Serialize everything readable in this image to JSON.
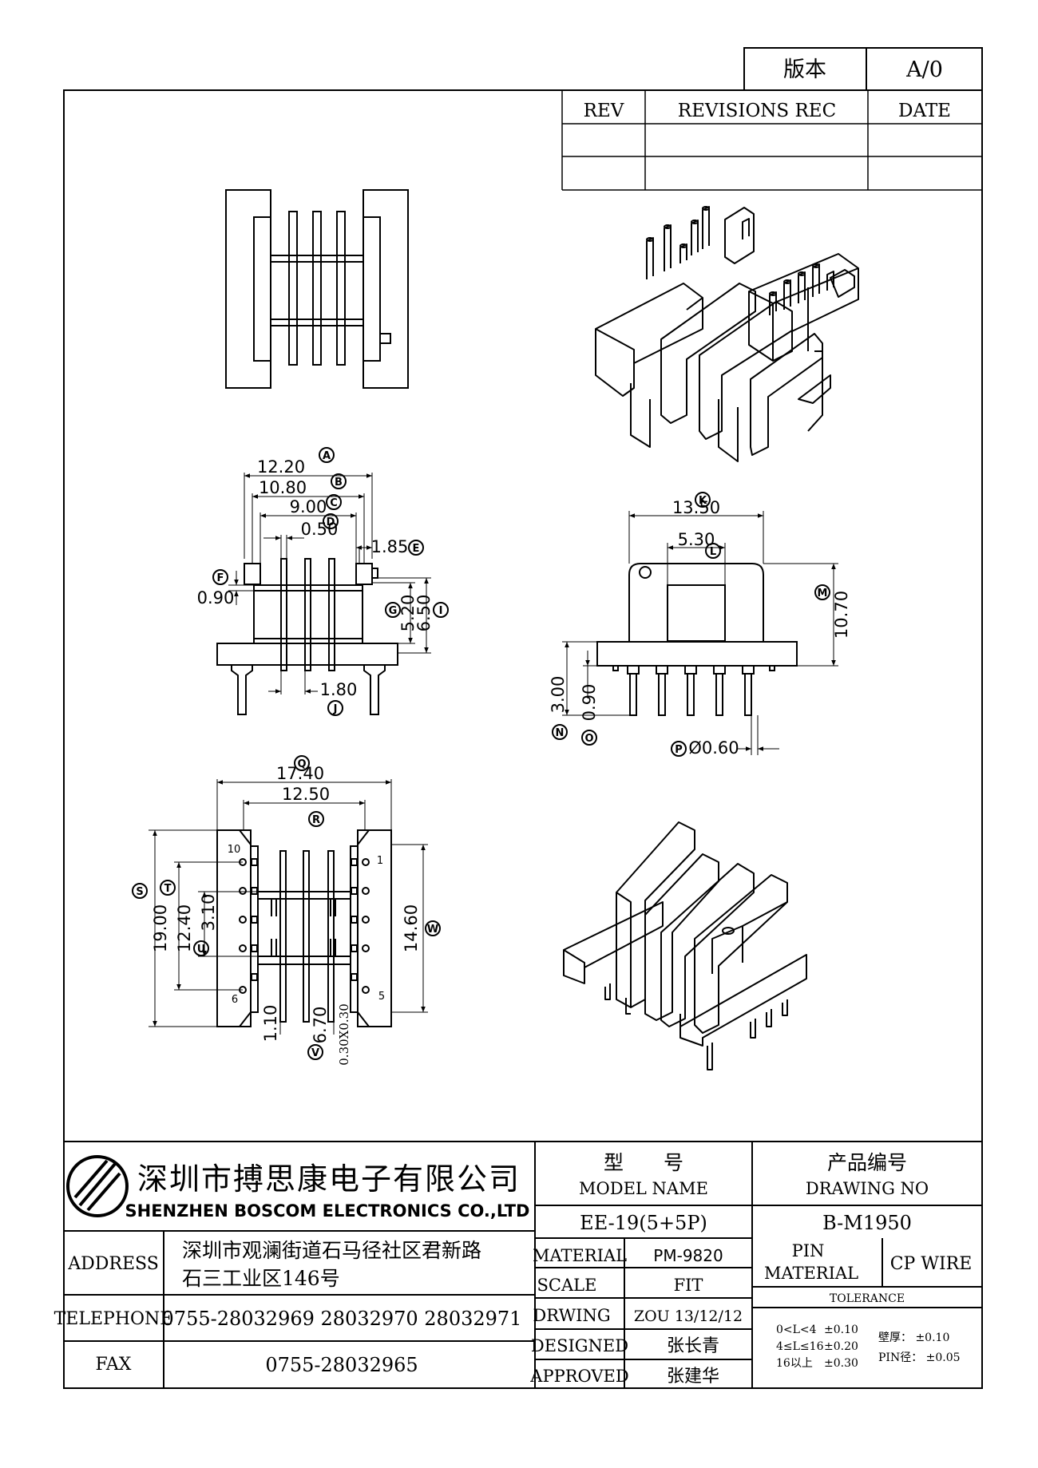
{
  "version_box": {
    "label": "版本",
    "value": "A/0"
  },
  "revisions": {
    "headers": [
      "REV",
      "REVISIONS REC",
      "DATE"
    ],
    "rows": [
      [
        "",
        "",
        ""
      ],
      [
        "",
        "",
        ""
      ]
    ]
  },
  "front_view": {
    "dims": [
      {
        "id": "A",
        "value": "12.20"
      },
      {
        "id": "B",
        "value": "10.80"
      },
      {
        "id": "C",
        "value": "9.00"
      },
      {
        "id": "D",
        "value": "0.50"
      },
      {
        "id": "E",
        "value": "1.85"
      },
      {
        "id": "F",
        "value": "0.90"
      },
      {
        "id": "G",
        "value": "5.20"
      },
      {
        "id": "I",
        "value": "6.50"
      },
      {
        "id": "J",
        "value": "1.80"
      }
    ]
  },
  "side_view": {
    "dims": [
      {
        "id": "K",
        "value": "13.50"
      },
      {
        "id": "L",
        "value": "5.30"
      },
      {
        "id": "M",
        "value": "10.70"
      },
      {
        "id": "N",
        "value": "3.00"
      },
      {
        "id": "O",
        "value": "0.90"
      },
      {
        "id": "P",
        "value": "Ø0.60"
      }
    ]
  },
  "bottom_view": {
    "dims": [
      {
        "id": "Q",
        "value": "17.40"
      },
      {
        "id": "R",
        "value": "12.50"
      },
      {
        "id": "S",
        "value": "19.00"
      },
      {
        "id": "T",
        "value": "12.40"
      },
      {
        "id": "U",
        "value": "3.10"
      },
      {
        "id": "W",
        "value": "14.60"
      },
      {
        "id": "V",
        "value": "6.70"
      },
      {
        "id": "X",
        "value": "1.10"
      }
    ],
    "slot_note": "0.30X0.30",
    "pin_numbers": [
      "10",
      "6",
      "1",
      "5"
    ]
  },
  "company": {
    "name_cn": "深圳市搏思康电子有限公司",
    "name_en": "SHENZHEN BOSCOM ELECTRONICS CO.,LTD"
  },
  "contact": {
    "address_label": "ADDRESS",
    "address_line1": "深圳市观澜街道石马径社区君新路",
    "address_line2": "石三工业区146号",
    "telephone_label": "TELEPHONE",
    "telephone": "0755-28032969 28032970 28032971",
    "fax_label": "FAX",
    "fax": "0755-28032965"
  },
  "model": {
    "label_cn": "型　　号",
    "label_en": "MODEL NAME",
    "value": "EE-19(5+5P)"
  },
  "drawing_no": {
    "label_cn": "产品编号",
    "label_en": "DRAWING NO",
    "value": "B-M1950"
  },
  "specs": [
    {
      "label": "MATERIAL",
      "value": "PM-9820"
    },
    {
      "label": "SCALE",
      "value": "FIT"
    },
    {
      "label": "DRWING",
      "value": "ZOU 13/12/12"
    },
    {
      "label": "DESIGNED",
      "value": "张长青"
    },
    {
      "label": "APPROVED",
      "value": "张建华"
    }
  ],
  "pin_material": {
    "label_line1": "PIN",
    "label_line2": "MATERIAL",
    "value": "CP WIRE"
  },
  "tolerance": {
    "label": "TOLERANCE",
    "rows": [
      {
        "range": "0<L<4",
        "value": "±0.10"
      },
      {
        "range": "4≤L≤16",
        "value": "±0.20"
      },
      {
        "range": "16以上",
        "value": "±0.30"
      }
    ],
    "wall": "壁厚： ±0.10",
    "pin_dia": "PIN径： ±0.05"
  }
}
